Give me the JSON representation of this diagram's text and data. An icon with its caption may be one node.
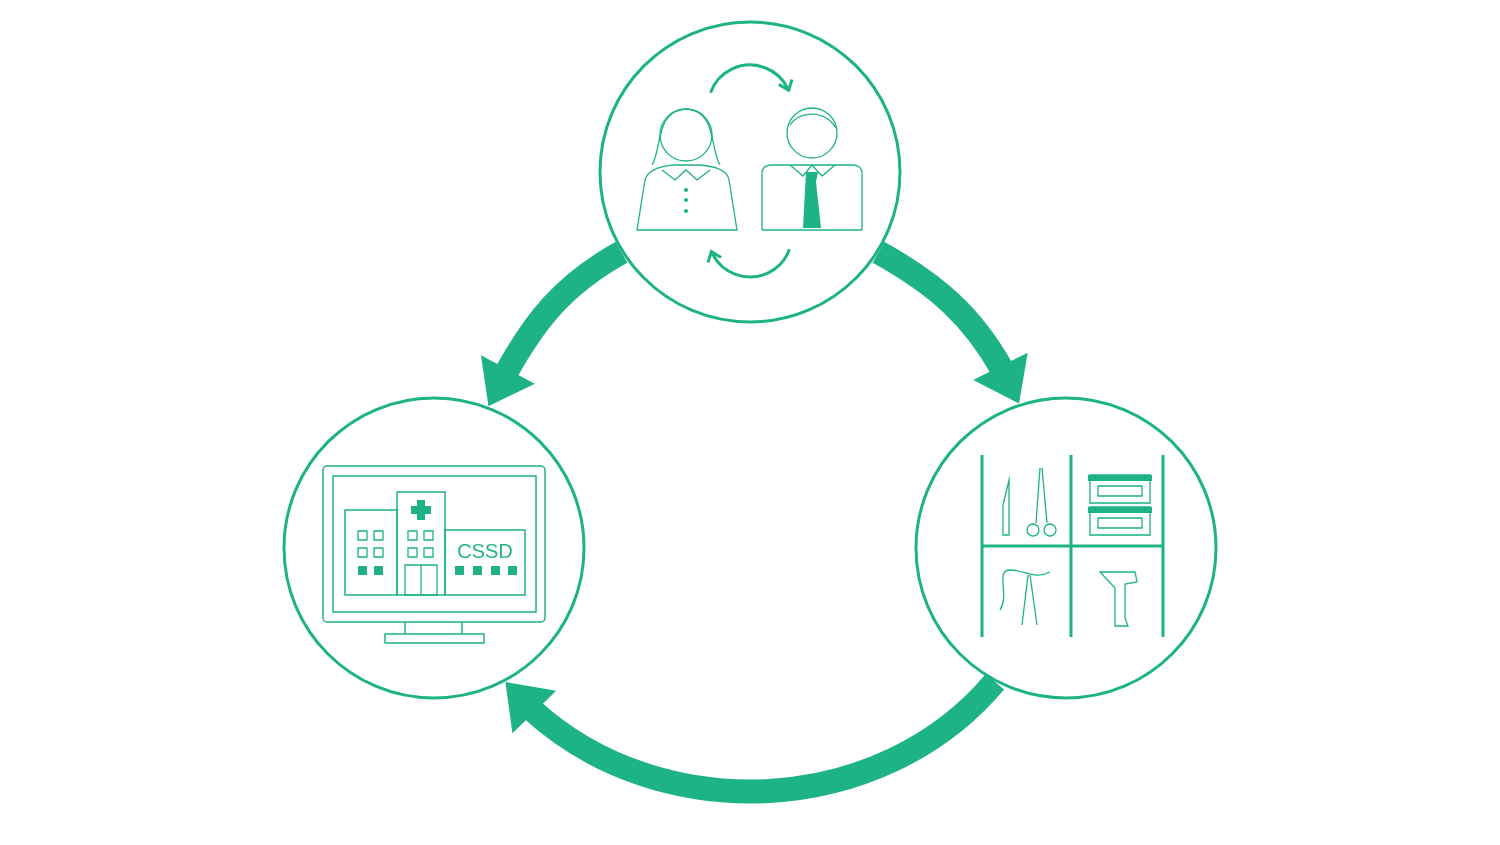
{
  "diagram": {
    "nodes": [
      {
        "text": [],
        "shape": "circle"
      },
      {
        "text": [],
        "shape": "circle"
      },
      {
        "text": [
          "CSSD"
        ]
      }
    ],
    "edges": [
      {
        "from": 0,
        "to": 1,
        "arrow": "to"
      },
      {
        "from": 1,
        "to": 2,
        "arrow": "to"
      },
      {
        "from": 0,
        "to": 2,
        "arrow": "to"
      }
    ]
  }
}
